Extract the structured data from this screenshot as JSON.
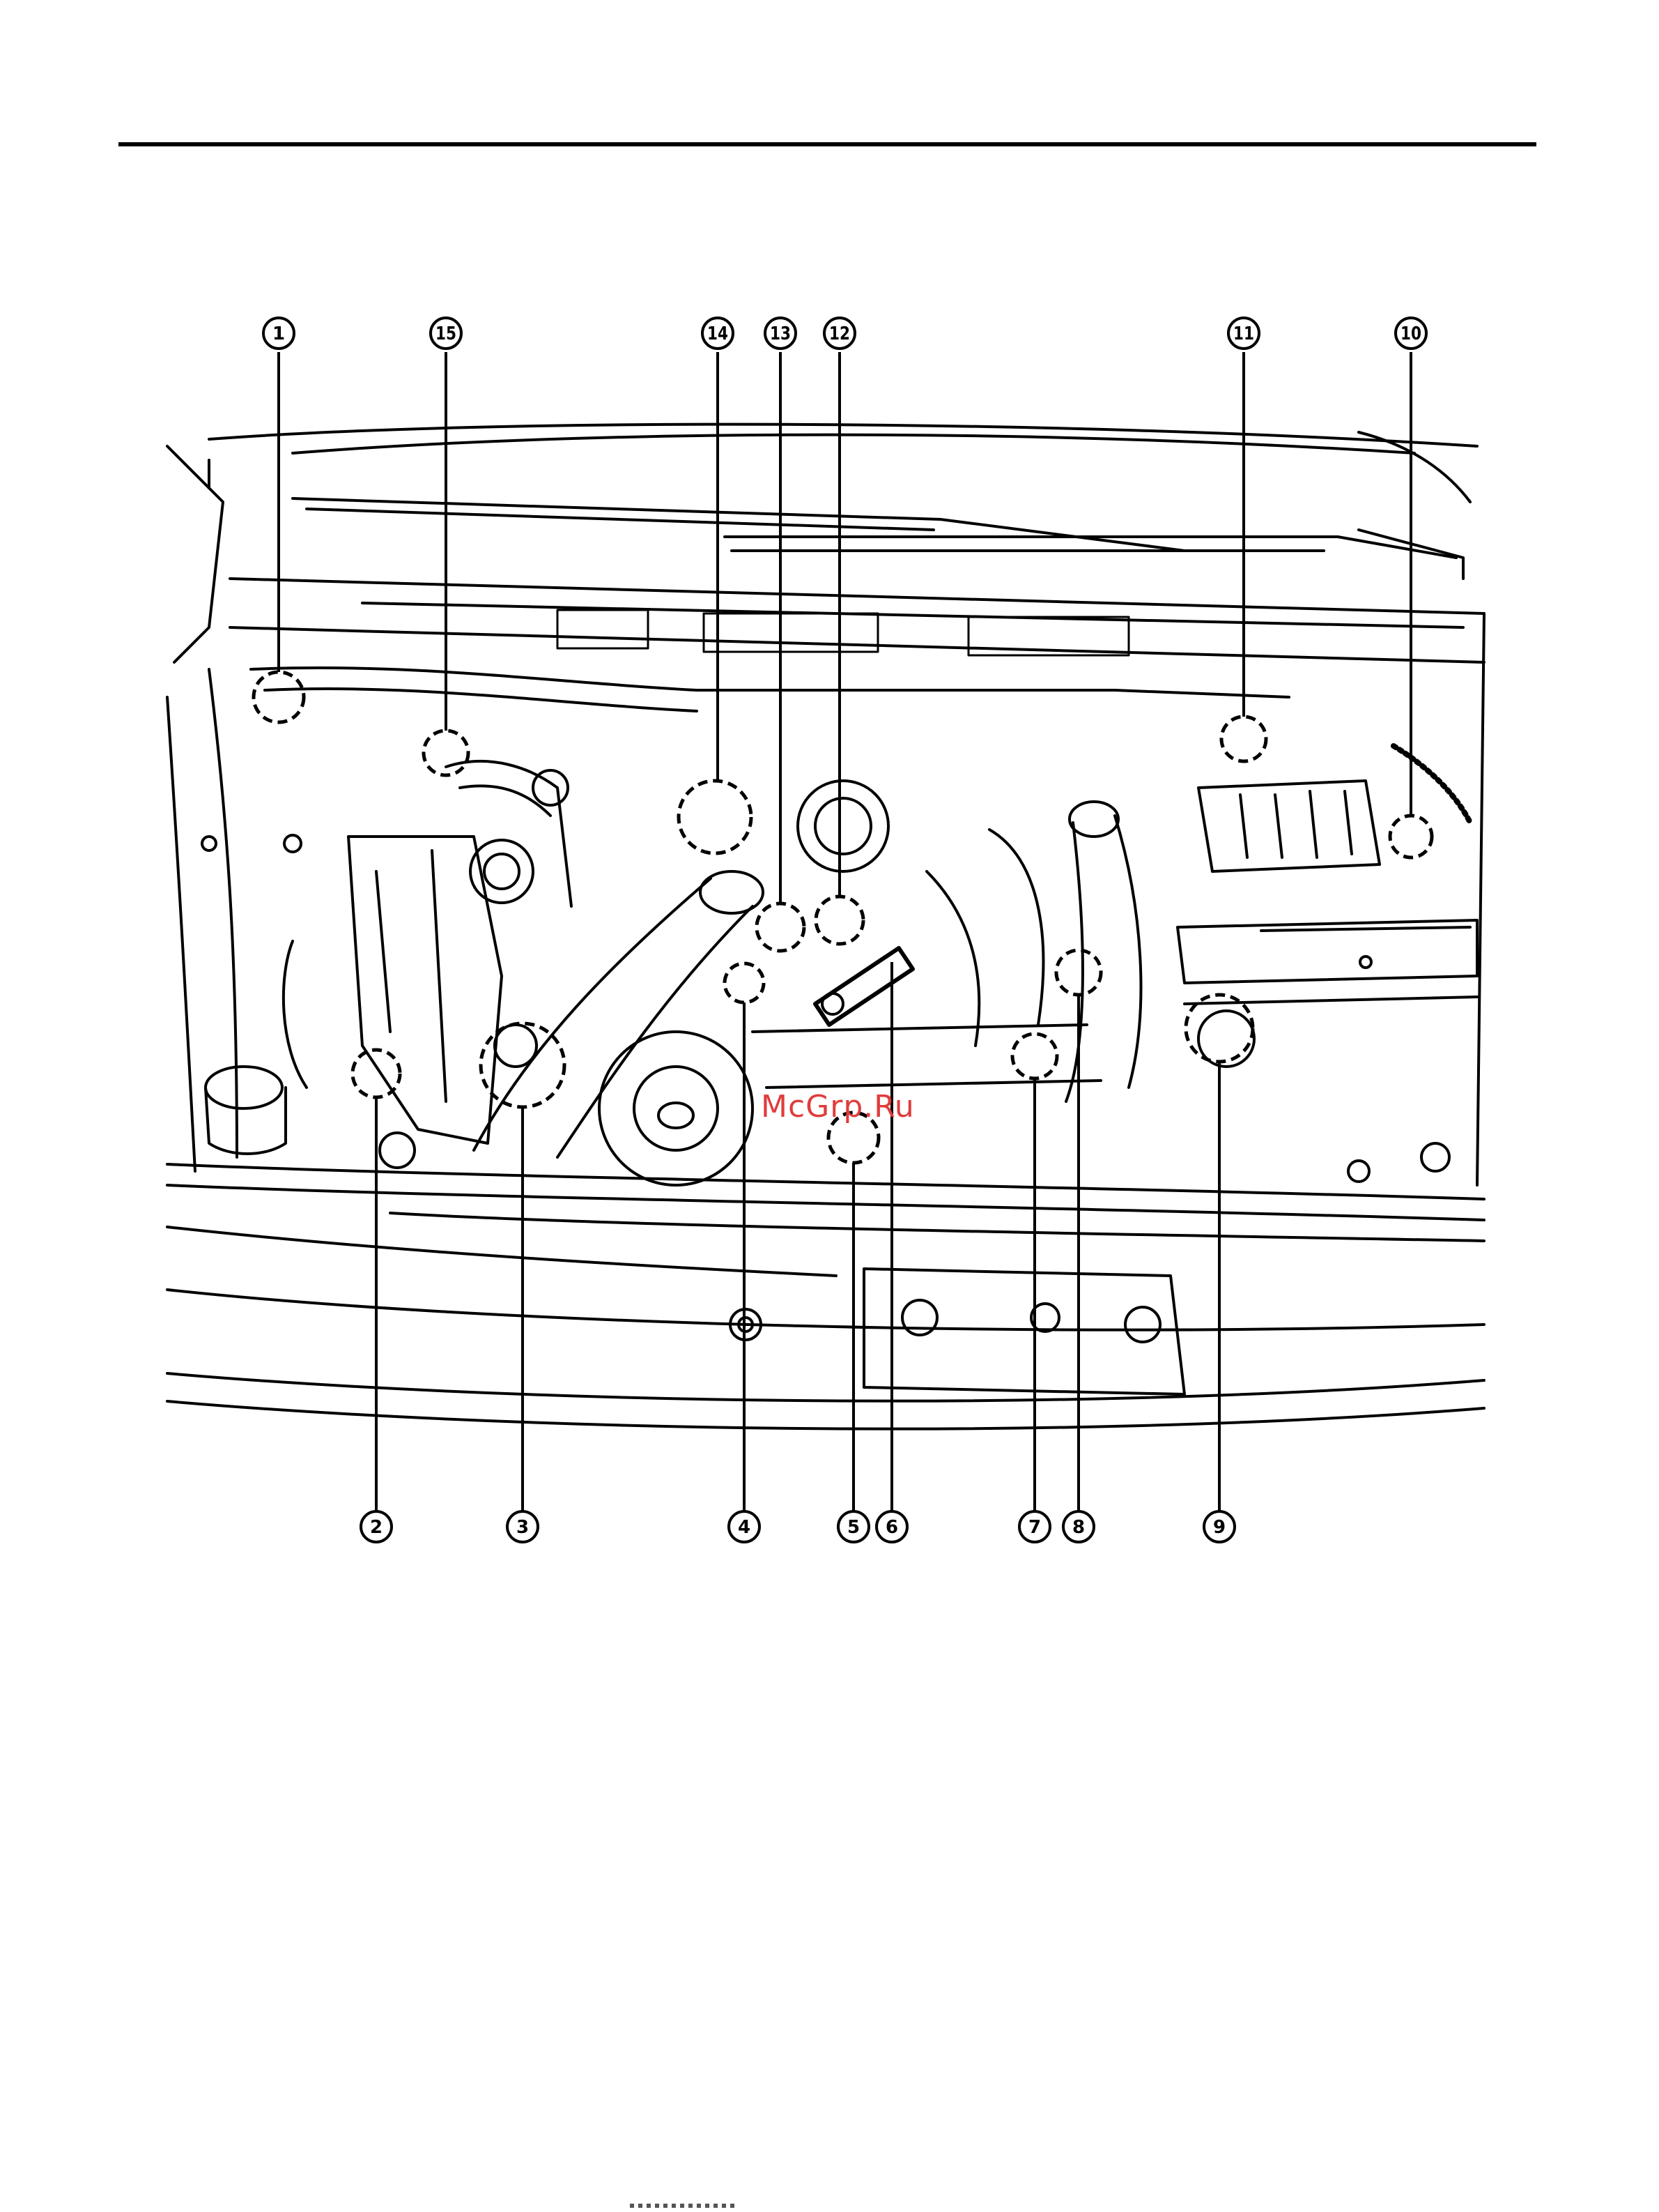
{
  "callouts": [
    {
      "label": "1",
      "side": "top"
    },
    {
      "label": "15",
      "side": "top"
    },
    {
      "label": "14",
      "side": "top"
    },
    {
      "label": "13",
      "side": "top"
    },
    {
      "label": "12",
      "side": "top"
    },
    {
      "label": "11",
      "side": "top"
    },
    {
      "label": "10",
      "side": "top"
    },
    {
      "label": "2",
      "side": "bottom"
    },
    {
      "label": "3",
      "side": "bottom"
    },
    {
      "label": "4",
      "side": "bottom"
    },
    {
      "label": "5",
      "side": "bottom"
    },
    {
      "label": "6",
      "side": "bottom"
    },
    {
      "label": "7",
      "side": "bottom"
    },
    {
      "label": "8",
      "side": "bottom"
    },
    {
      "label": "9",
      "side": "bottom"
    }
  ],
  "watermark": "McGrp.Ru",
  "colors": {
    "line": "#000000",
    "watermark": "#e03c3c",
    "background": "#ffffff"
  }
}
